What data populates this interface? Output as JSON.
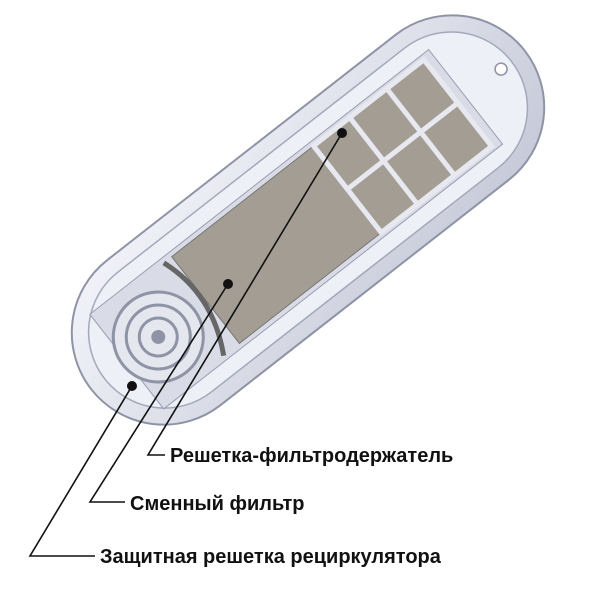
{
  "labels": {
    "filter_holder_grille": "Решетка-фильтродержатель",
    "replaceable_filter": "Сменный фильтр",
    "protective_grille": "Защитная решетка рециркулятора"
  },
  "colors": {
    "housing": "#e6e8f2",
    "housing_shadow": "#b9bccc",
    "filter": "#a09a90",
    "leader_line": "#111111"
  }
}
